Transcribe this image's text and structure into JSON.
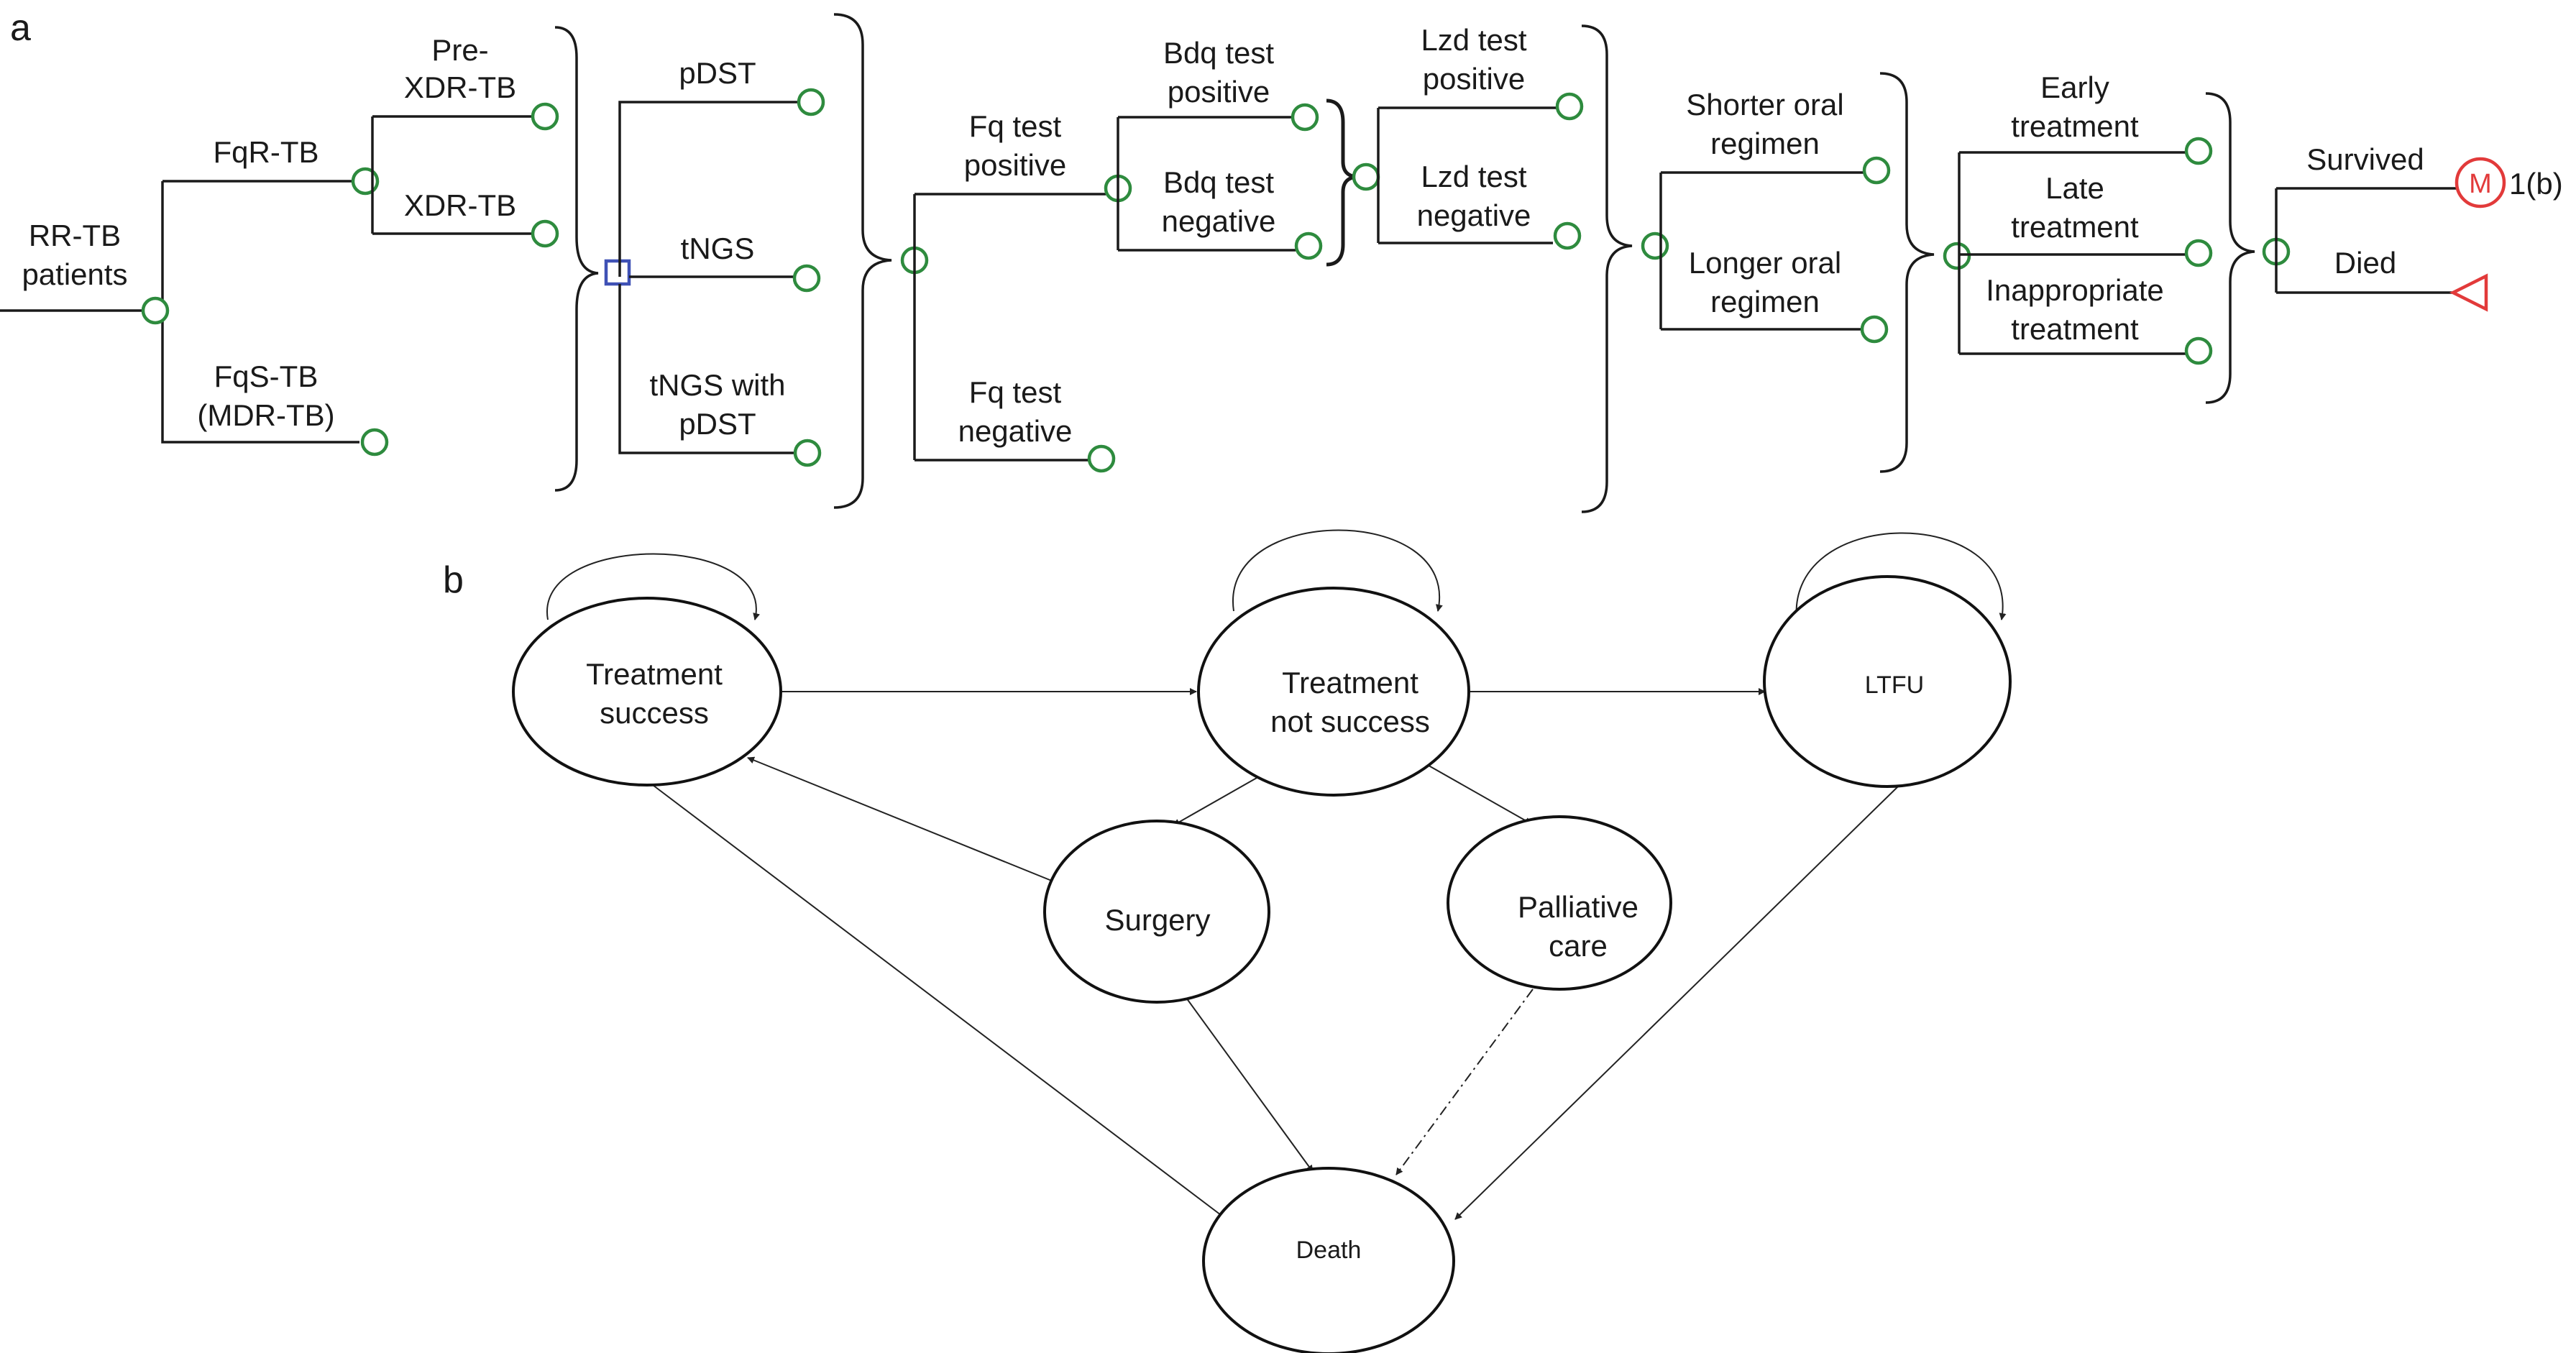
{
  "panel_a": {
    "letter": "a",
    "root": [
      "RR-TB",
      "patients"
    ],
    "fqr": "FqR-TB",
    "fqs": [
      "FqS-TB",
      "(MDR-TB)"
    ],
    "prexdr": [
      "Pre-",
      "XDR-TB"
    ],
    "xdr": "XDR-TB",
    "pdst": "pDST",
    "tngs": "tNGS",
    "tngs_pdst": [
      "tNGS with",
      "pDST"
    ],
    "fq_pos": [
      "Fq test",
      "positive"
    ],
    "fq_neg": [
      "Fq test",
      "negative"
    ],
    "bdq_pos": [
      "Bdq test",
      "positive"
    ],
    "bdq_neg": [
      "Bdq test",
      "negative"
    ],
    "lzd_pos": [
      "Lzd test",
      "positive"
    ],
    "lzd_neg": [
      "Lzd test",
      "negative"
    ],
    "shorter": [
      "Shorter oral",
      "regimen"
    ],
    "longer": [
      "Longer oral",
      "regimen"
    ],
    "early": [
      "Early",
      "treatment"
    ],
    "late": [
      "Late",
      "treatment"
    ],
    "inappropriate": [
      "Inappropriate",
      "treatment"
    ],
    "survived": "Survived",
    "died": "Died",
    "markov_label": "1(b)",
    "markov_glyph": "M"
  },
  "panel_b": {
    "letter": "b",
    "states": {
      "success": [
        "Treatment",
        "success"
      ],
      "not_success": [
        "Treatment",
        "not success"
      ],
      "ltfu": "LTFU",
      "surgery": "Surgery",
      "palliative": [
        "Palliative",
        "care"
      ],
      "death": "Death"
    }
  },
  "colors": {
    "chance_node": "#2e8b3e",
    "decision_node": "#3f51b5",
    "terminal_node": "#e23a3a",
    "line": "#1a1a1a"
  }
}
